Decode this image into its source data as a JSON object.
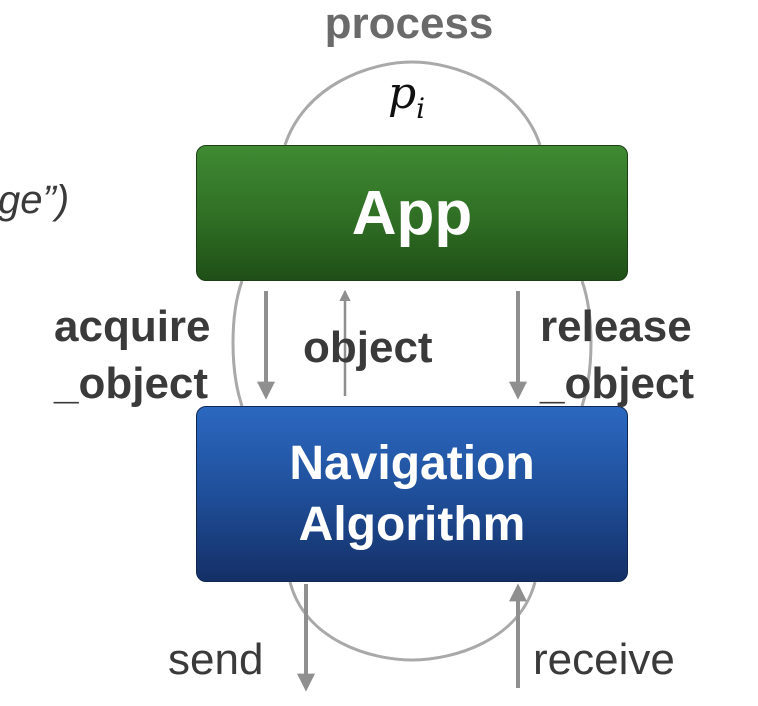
{
  "process": {
    "title": "process",
    "symbol": "p",
    "subscript": "i"
  },
  "clipped_text": "ge”)",
  "boxes": {
    "app": "App",
    "navigation_line1": "Navigation",
    "navigation_line2": "Algorithm"
  },
  "arrows": {
    "acquire_line1": "acquire",
    "acquire_line2": "_object",
    "object": "object",
    "release_line1": "release",
    "release_line2": "_object",
    "send": "send",
    "receive": "receive"
  },
  "colors": {
    "app_box": "#2f6e24",
    "navigation_box": "#1f4f9a",
    "arrow": "#8f8f8f",
    "text": "#3a3a3a"
  }
}
